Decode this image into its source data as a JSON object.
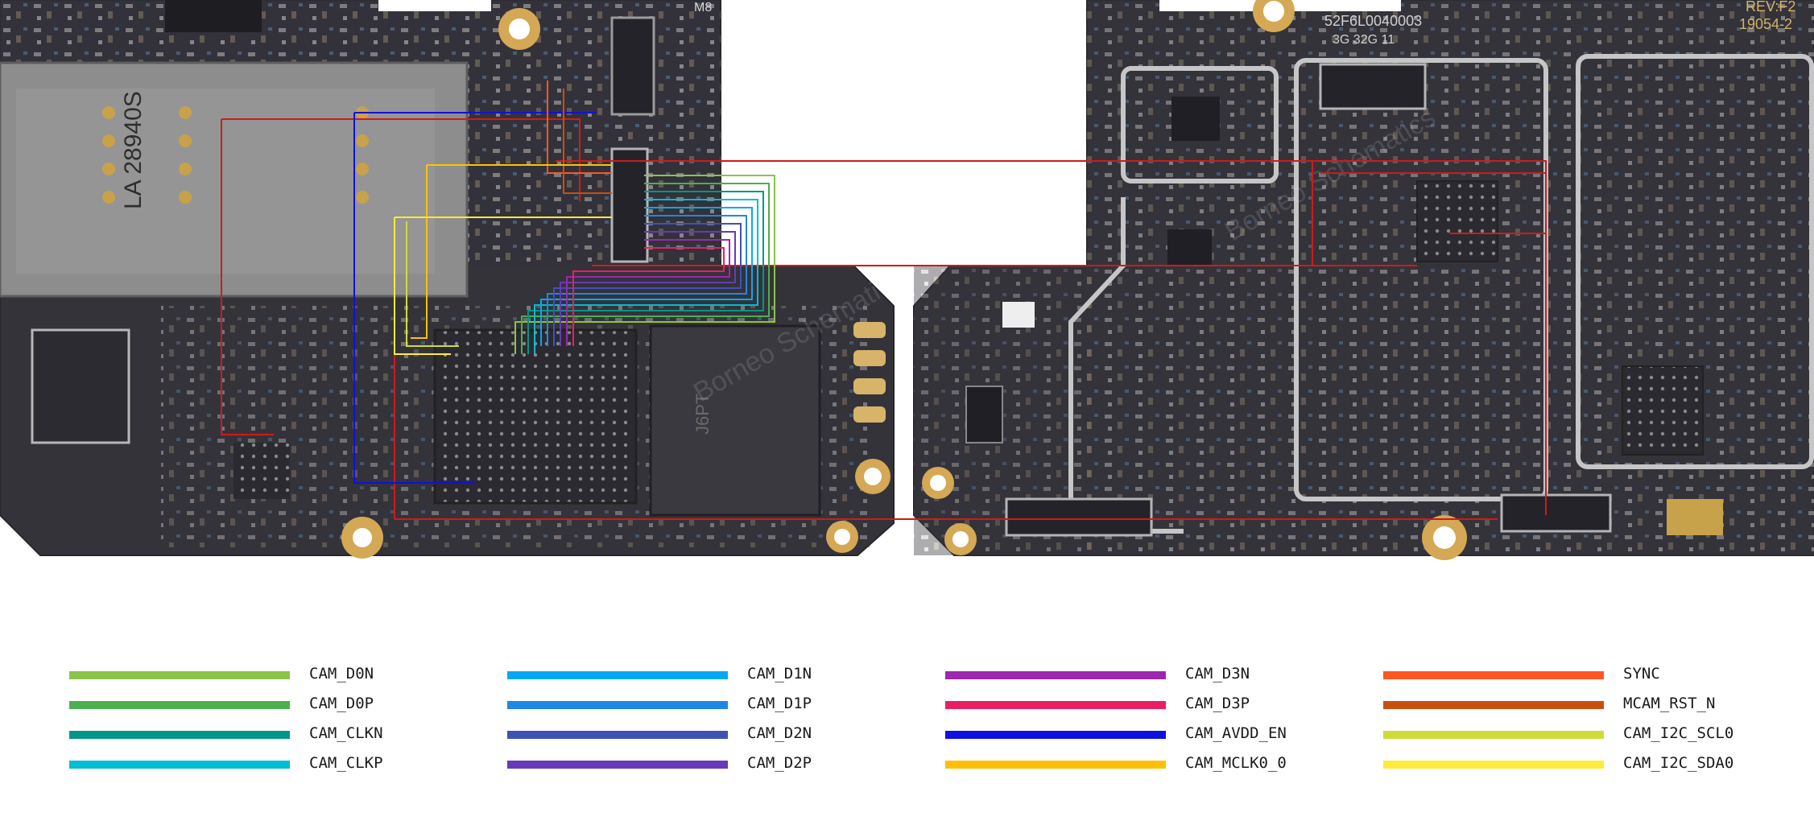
{
  "board": {
    "silkscreen": {
      "left_part": "LA 28940S",
      "left_top_mark": "M8",
      "right_code": "52F6L0040003",
      "right_sub": "3G 32G 11",
      "right_rev": "REV:F2",
      "right_date": "19054-2",
      "chip_mark": "J6PT",
      "watermark": "Borneo Schematics"
    }
  },
  "legend": {
    "columns": [
      {
        "items": [
          {
            "label": "CAM_D0N",
            "color": "#8bc34a"
          },
          {
            "label": "CAM_D0P",
            "color": "#4caf50"
          },
          {
            "label": "CAM_CLKN",
            "color": "#009688"
          },
          {
            "label": "CAM_CLKP",
            "color": "#00bcd4"
          }
        ]
      },
      {
        "items": [
          {
            "label": "CAM_D1N",
            "color": "#03a9f4"
          },
          {
            "label": "CAM_D1P",
            "color": "#1e88e5"
          },
          {
            "label": "CAM_D2N",
            "color": "#3f51b5"
          },
          {
            "label": "CAM_D2P",
            "color": "#673ab7"
          }
        ]
      },
      {
        "items": [
          {
            "label": "CAM_D3N",
            "color": "#9c27b0"
          },
          {
            "label": "CAM_D3P",
            "color": "#e91e63"
          },
          {
            "label": "CAM_AVDD_EN",
            "color": "#1010e0"
          },
          {
            "label": "CAM_MCLK0_0",
            "color": "#ffc107"
          }
        ]
      },
      {
        "items": [
          {
            "label": "SYNC",
            "color": "#ff5722"
          },
          {
            "label": "MCAM_RST_N",
            "color": "#c8500f"
          },
          {
            "label": "CAM_I2C_SCL0",
            "color": "#cddc39"
          },
          {
            "label": "CAM_I2C_SDA0",
            "color": "#ffeb3b"
          }
        ]
      }
    ]
  }
}
